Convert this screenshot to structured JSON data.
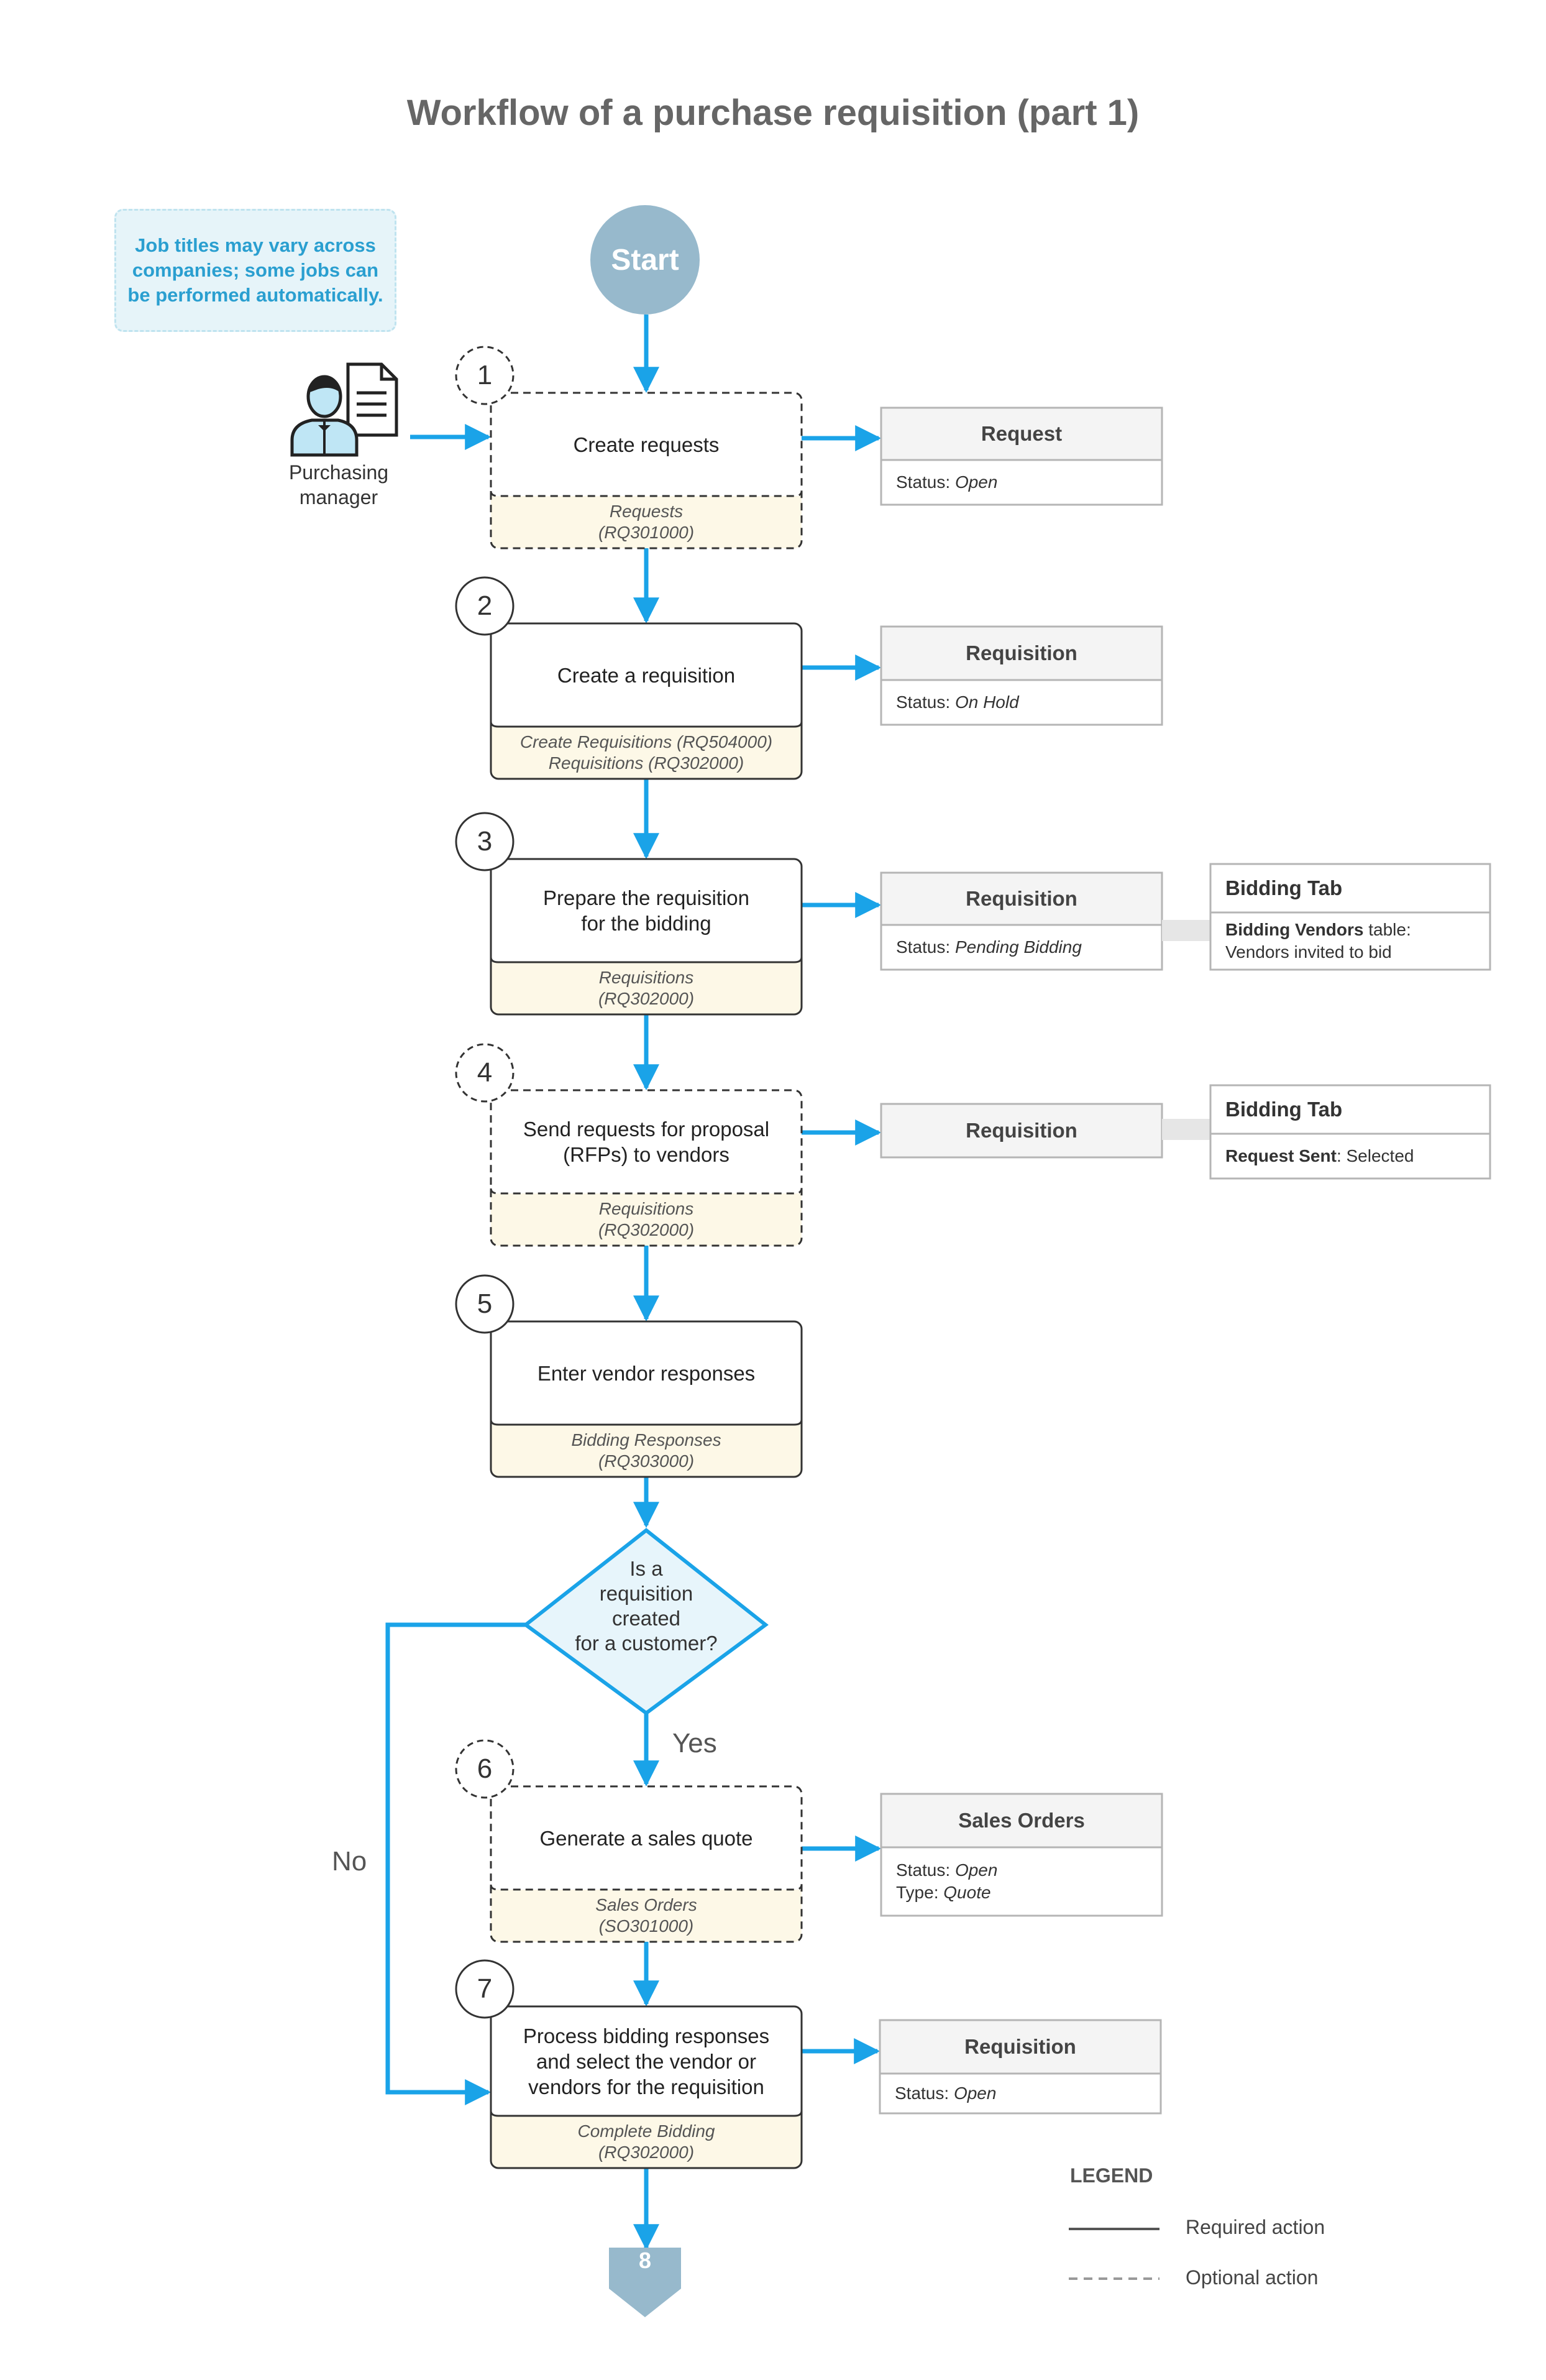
{
  "title": "Workflow of a purchase requisition (part 1)",
  "note": "Job titles may vary across companies; some jobs can be performed automatically.",
  "start_label": "Start",
  "actor": {
    "label": "Purchasing manager",
    "icon": "person-with-document-icon"
  },
  "steps": [
    {
      "num": "1",
      "title": "Create requests",
      "form": "Requests\n(RQ301000)",
      "optional": true
    },
    {
      "num": "2",
      "title": "Create a requisition",
      "form": "Create Requisitions (RQ504000)\nRequisitions (RQ302000)",
      "optional": false
    },
    {
      "num": "3",
      "title": "Prepare the requisition\nfor the bidding",
      "form": "Requisitions\n(RQ302000)",
      "optional": false
    },
    {
      "num": "4",
      "title": "Send requests for proposal\n(RFPs) to vendors",
      "form": "Requisitions\n(RQ302000)",
      "optional": true
    },
    {
      "num": "5",
      "title": "Enter vendor responses",
      "form": "Bidding Responses\n(RQ303000)",
      "optional": false
    },
    {
      "num": "6",
      "title": "Generate a sales quote",
      "form": "Sales Orders\n(SO301000)",
      "optional": true
    },
    {
      "num": "7",
      "title": "Process bidding responses\nand select the vendor or\nvendors for the requisition",
      "form": "Complete Bidding\n(RQ302000)",
      "optional": false
    }
  ],
  "cards": [
    {
      "title": "Request",
      "status_label": "Status:",
      "status_value": "Open"
    },
    {
      "title": "Requisition",
      "status_label": "Status:",
      "status_value": "On Hold"
    },
    {
      "title": "Requisition",
      "status_label": "Status:",
      "status_value": "Pending Bidding"
    },
    {
      "title": "Requisition"
    },
    {
      "title": "Sales Orders",
      "status_label": "Status:",
      "status_value": "Open",
      "type_label": "Type:",
      "type_value": "Quote"
    },
    {
      "title": "Requisition",
      "status_label": "Status:",
      "status_value": "Open"
    }
  ],
  "tabs": [
    {
      "title": "Bidding Tab",
      "bold": "Bidding Vendors",
      "rest": " table:",
      "line2": "Vendors invited to bid"
    },
    {
      "title": "Bidding Tab",
      "bold": "Request Sent",
      "rest": ": Selected"
    }
  ],
  "decision": {
    "text": "Is a\nrequisition\ncreated\nfor a customer?",
    "yes": "Yes",
    "no": "No"
  },
  "end_connector": "8",
  "legend": {
    "title": "LEGEND",
    "required": "Required action",
    "optional": "Optional action"
  },
  "colors": {
    "arrow": "#1aa3e8",
    "box_border": "#333333",
    "form_fill": "#fdf8e7",
    "card_border": "#b5b5b5",
    "card_head_fill": "#f4f4f4",
    "note_fill": "#e6f4f9",
    "note_text": "#2a9fd0",
    "start_fill": "#97b9cc",
    "decision_fill": "#e7f5fb",
    "connector_fill": "#97b9cc"
  }
}
